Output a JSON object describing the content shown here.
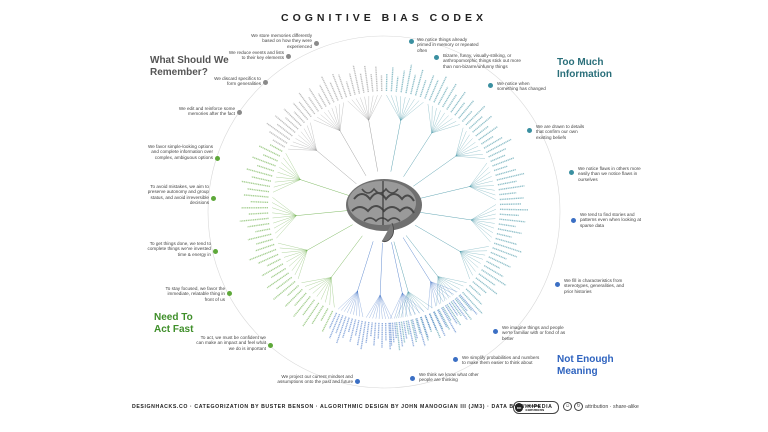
{
  "title": "COGNITIVE BIAS CODEX",
  "groups": {
    "remember": "What Should We Remember?",
    "too_much": "Too Much Information",
    "act_fast": "Need To Act Fast",
    "meaning": "Not Enough Meaning"
  },
  "colors": {
    "remember": "#8a8a8a",
    "too_much": "#3a8fa0",
    "act_fast": "#5ea83a",
    "meaning": "#3b6fc4",
    "remember_label": "#555555",
    "too_much_label": "#2a6f7a",
    "act_fast_label": "#3f8f2a",
    "meaning_label": "#2e63bf"
  },
  "notes": {
    "n1": "We store memories differently based on how they were experienced",
    "n2": "We reduce events and lists to their key elements",
    "n3": "We discard specifics to form generalities",
    "n4": "We edit and reinforce some memories after the fact",
    "n5": "We favor simple-looking options and complete information over complex, ambiguous options",
    "n6": "To avoid mistakes, we aim to preserve autonomy and group status, and avoid irreversible decisions",
    "n7": "To get things done, we tend to complete things we've invested time & energy in",
    "n8": "To stay focused, we favor the immediate, relatable thing in front of us",
    "n9": "To act, we must be confident we can make an impact and feel what we do is important",
    "n10": "We project our current mindset and assumptions onto the past and future",
    "n11": "We notice things already primed in memory or repeated often",
    "n12": "Bizarre, funny, visually-striking, or anthropomorphic things stick out more than non-bizarre/unfunny things",
    "n13": "We notice when something has changed",
    "n14": "We are drawn to details that confirm our own existing beliefs",
    "n15": "We notice flaws in others more easily than we notice flaws in ourselves",
    "n16": "We tend to find stories and patterns even when looking at sparse data",
    "n17": "We fill in characteristics from stereotypes, generalities, and prior histories",
    "n18": "We imagine things and people we're familiar with or fond of as better",
    "n19": "We simplify probabilities and numbers to make them easier to think about",
    "n20": "We think we know what other people are thinking"
  },
  "footer": {
    "credits": "DESIGNHACKS.CO · CATEGORIZATION BY BUSTER BENSON · ALGORITHMIC DESIGN BY JOHN MANOOGIAN III (JM3) · DATA BY WIKIPEDIA",
    "cc_label": "creative commons",
    "cc_mark": "cc",
    "license": "attribution · share-alike"
  }
}
